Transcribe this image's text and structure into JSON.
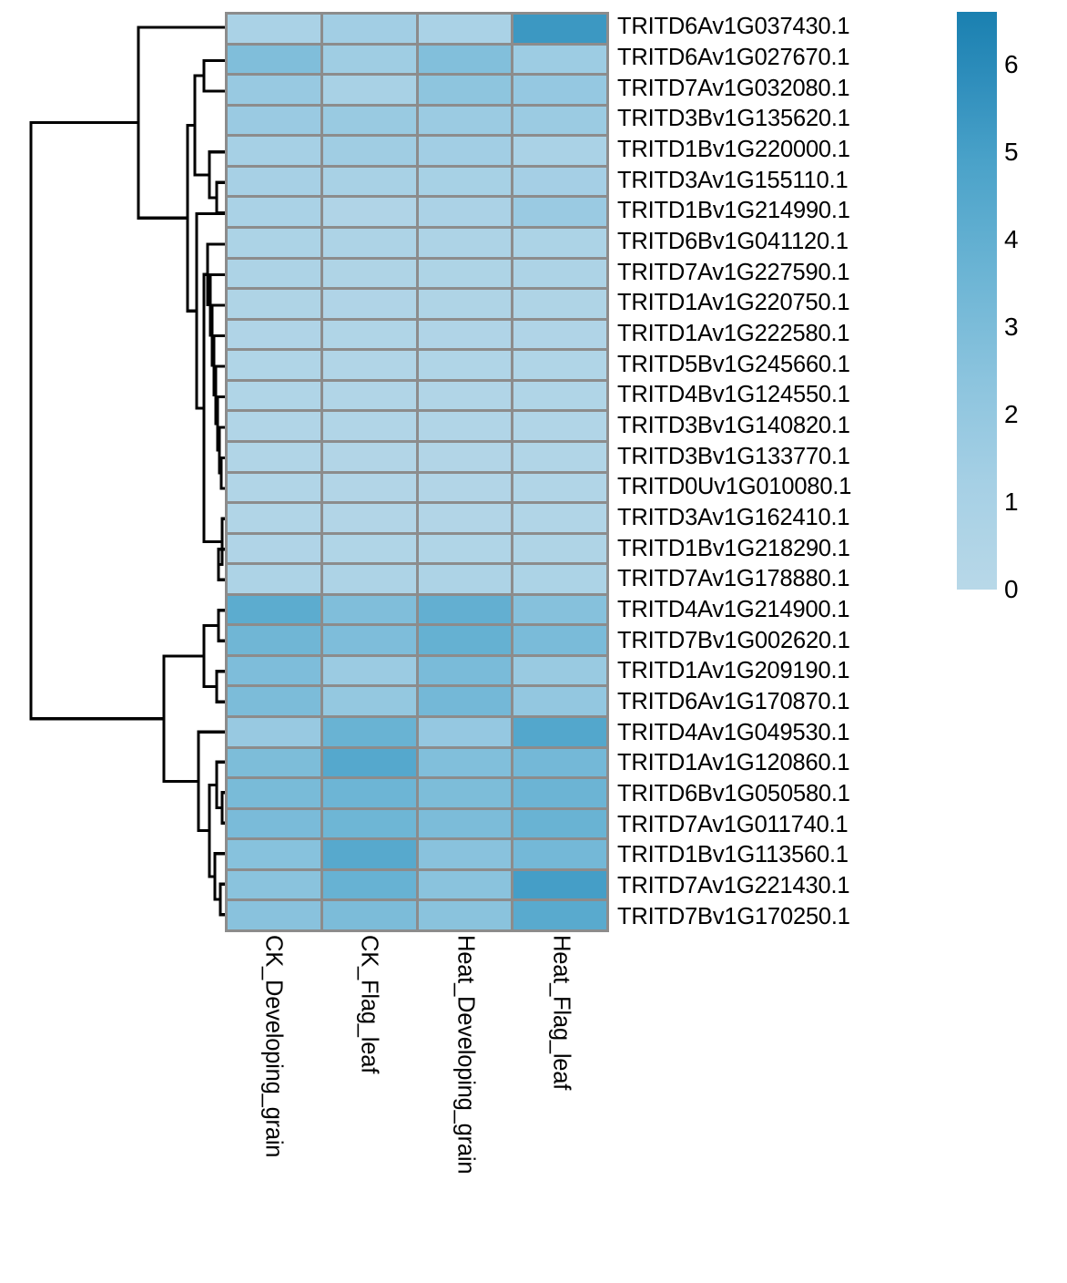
{
  "chart_data": {
    "type": "heatmap",
    "title": "",
    "xlabel": "",
    "ylabel": "",
    "columns": [
      "CK_Developing_grain",
      "CK_Flag_leaf",
      "Heat_Developing_grain",
      "Heat_Flag_leaf"
    ],
    "rows": [
      "TRITD6Av1G037430.1",
      "TRITD6Av1G027670.1",
      "TRITD7Av1G032080.1",
      "TRITD3Bv1G135620.1",
      "TRITD1Bv1G220000.1",
      "TRITD3Av1G155110.1",
      "TRITD1Bv1G214990.1",
      "TRITD6Bv1G041120.1",
      "TRITD7Av1G227590.1",
      "TRITD1Av1G220750.1",
      "TRITD1Av1G222580.1",
      "TRITD5Bv1G245660.1",
      "TRITD4Bv1G124550.1",
      "TRITD3Bv1G140820.1",
      "TRITD3Bv1G133770.1",
      "TRITD0Uv1G010080.1",
      "TRITD3Av1G162410.1",
      "TRITD1Bv1G218290.1",
      "TRITD7Av1G178880.1",
      "TRITD4Av1G214900.1",
      "TRITD7Bv1G002620.1",
      "TRITD1Av1G209190.1",
      "TRITD6Av1G170870.1",
      "TRITD4Av1G049530.1",
      "TRITD1Av1G120860.1",
      "TRITD6Bv1G050580.1",
      "TRITD7Av1G011740.1",
      "TRITD1Bv1G113560.1",
      "TRITD7Av1G221430.1",
      "TRITD7Bv1G170250.1"
    ],
    "values": [
      [
        0.95,
        1.35,
        0.95,
        5.35
      ],
      [
        2.85,
        1.5,
        2.75,
        1.6
      ],
      [
        1.85,
        1.05,
        2.3,
        1.95
      ],
      [
        1.75,
        1.8,
        1.7,
        1.7
      ],
      [
        1.2,
        1.45,
        1.35,
        0.95
      ],
      [
        1.15,
        1.05,
        1.1,
        1.25
      ],
      [
        0.95,
        0.55,
        0.85,
        1.75
      ],
      [
        0.8,
        0.7,
        0.75,
        0.8
      ],
      [
        0.7,
        0.6,
        0.65,
        0.7
      ],
      [
        0.6,
        0.55,
        0.6,
        0.6
      ],
      [
        0.55,
        0.5,
        0.55,
        0.55
      ],
      [
        0.5,
        0.45,
        0.5,
        0.5
      ],
      [
        0.5,
        0.45,
        0.45,
        0.5
      ],
      [
        0.45,
        0.45,
        0.45,
        0.45
      ],
      [
        0.45,
        0.4,
        0.4,
        0.45
      ],
      [
        0.45,
        0.4,
        0.4,
        0.45
      ],
      [
        0.45,
        0.4,
        0.4,
        0.45
      ],
      [
        0.55,
        0.5,
        0.5,
        0.6
      ],
      [
        0.75,
        0.7,
        0.7,
        0.8
      ],
      [
        4.2,
        2.85,
        3.95,
        2.6
      ],
      [
        3.45,
        2.9,
        3.85,
        3.05
      ],
      [
        2.9,
        1.7,
        3.05,
        1.8
      ],
      [
        3.0,
        2.0,
        3.3,
        2.05
      ],
      [
        1.85,
        3.7,
        1.95,
        4.55
      ],
      [
        2.95,
        4.45,
        2.8,
        3.3
      ],
      [
        3.1,
        3.55,
        2.95,
        3.6
      ],
      [
        3.05,
        3.5,
        3.0,
        3.7
      ],
      [
        2.55,
        4.4,
        2.5,
        3.3
      ],
      [
        2.45,
        3.8,
        2.45,
        5.05
      ],
      [
        2.5,
        3.0,
        2.45,
        4.3
      ]
    ],
    "colorbar": {
      "ticks": [
        "0",
        "1",
        "2",
        "3",
        "4",
        "5",
        "6"
      ],
      "tick_values": [
        0,
        1,
        2,
        3,
        4,
        5,
        6
      ],
      "vmin": 0,
      "vmax": 6.6,
      "color_low": "#b8d8e8",
      "color_high": "#1a80b0"
    },
    "grid": true,
    "gridline_color": "#8c8c8c",
    "legend_position": "right",
    "dendrogram": {
      "orientation": "left",
      "line_color": "#000000"
    }
  }
}
